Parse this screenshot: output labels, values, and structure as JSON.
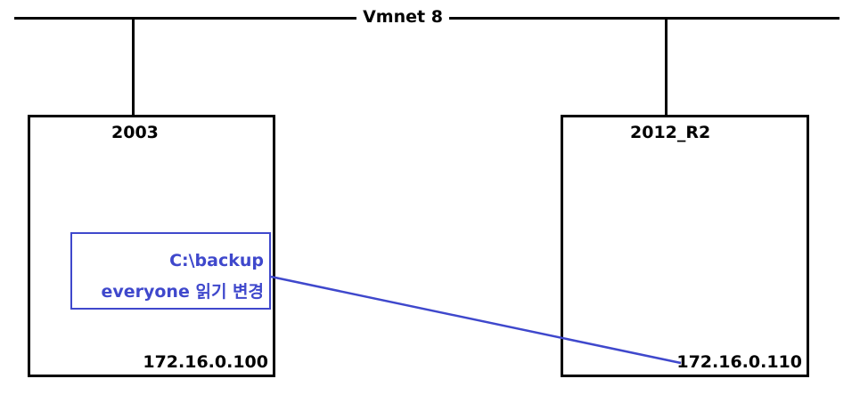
{
  "network": {
    "label": "Vmnet 8"
  },
  "hosts": [
    {
      "name": "2003",
      "ip": "172.16.0.100"
    },
    {
      "name": "2012_R2",
      "ip": "172.16.0.110"
    }
  ],
  "share": {
    "path": "C:\\backup",
    "permission": "everyone 읽기 변경"
  },
  "colors": {
    "line": "#000000",
    "accent": "#3f48cc"
  }
}
